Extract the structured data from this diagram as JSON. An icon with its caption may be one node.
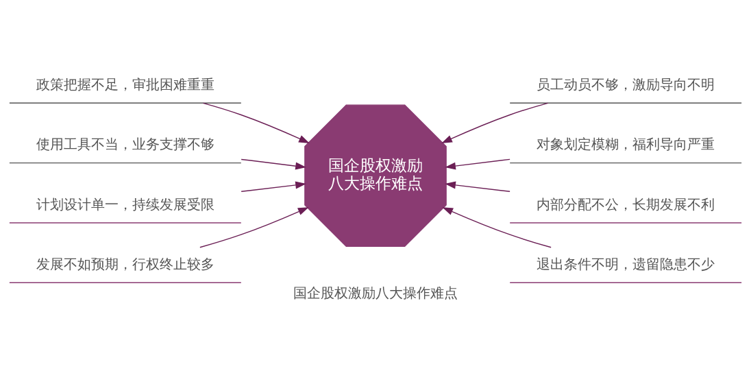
{
  "diagram": {
    "caption": "国企股权激励八大操作难点",
    "nodes": [
      {
        "text": [
          "国企股权激励八大操作难点"
        ]
      },
      {
        "text": [
          "政策把握不足，审批困难重重"
        ]
      },
      {
        "text": [
          "员工动员不够，激励导向不明"
        ]
      },
      {
        "text": [
          "使用工具不当，业务支撑不够"
        ]
      },
      {
        "text": [
          "对象划定模糊，福利导向严重"
        ]
      },
      {
        "text": [
          "计划设计单一，持续发展受限"
        ]
      },
      {
        "text": [
          "内部分配不公，长期发展不利"
        ]
      },
      {
        "text": [
          "发展不如预期，行权终止较多"
        ]
      },
      {
        "text": [
          "退出条件不明，遗留隐患不少"
        ]
      }
    ],
    "edges": [
      {
        "from": 1,
        "to": 0,
        "arrow": "to"
      },
      {
        "from": 2,
        "to": 0,
        "arrow": "to"
      },
      {
        "from": 3,
        "to": 0,
        "arrow": "to"
      },
      {
        "from": 4,
        "to": 0,
        "arrow": "to"
      },
      {
        "from": 5,
        "to": 0,
        "arrow": "to"
      },
      {
        "from": 6,
        "to": 0,
        "arrow": "to"
      },
      {
        "from": 7,
        "to": 0,
        "arrow": "to"
      },
      {
        "from": 8,
        "to": 0,
        "arrow": "to"
      }
    ]
  }
}
